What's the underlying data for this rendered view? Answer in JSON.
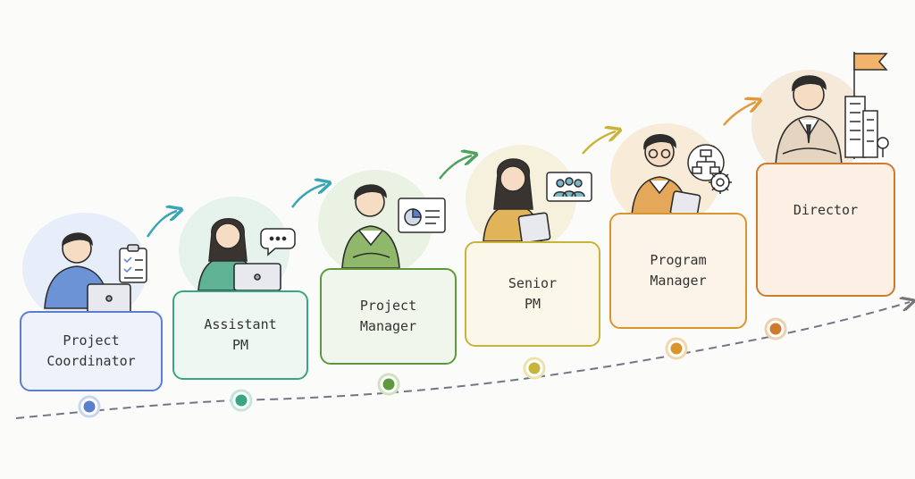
{
  "stages": [
    {
      "label": "Project\nCoordinator",
      "color": "#5b7fce",
      "fill": "#eef3fb",
      "icon": "checklist-icon"
    },
    {
      "label": "Assistant\nPM",
      "color": "#3aa584",
      "fill": "#eef7f2",
      "icon": "speech-bubble-icon"
    },
    {
      "label": "Project\nManager",
      "color": "#5e9a3c",
      "fill": "#f1f6ec",
      "icon": "pie-chart-icon"
    },
    {
      "label": "Senior\nPM",
      "color": "#c8b43a",
      "fill": "#fbf8ea",
      "icon": "team-icon"
    },
    {
      "label": "Program\nManager",
      "color": "#d9962e",
      "fill": "#fcf4e8",
      "icon": "org-chart-gear-icon"
    },
    {
      "label": "Director",
      "color": "#d07a2b",
      "fill": "#fcf0e4",
      "icon": "flag-buildings-icon"
    }
  ]
}
